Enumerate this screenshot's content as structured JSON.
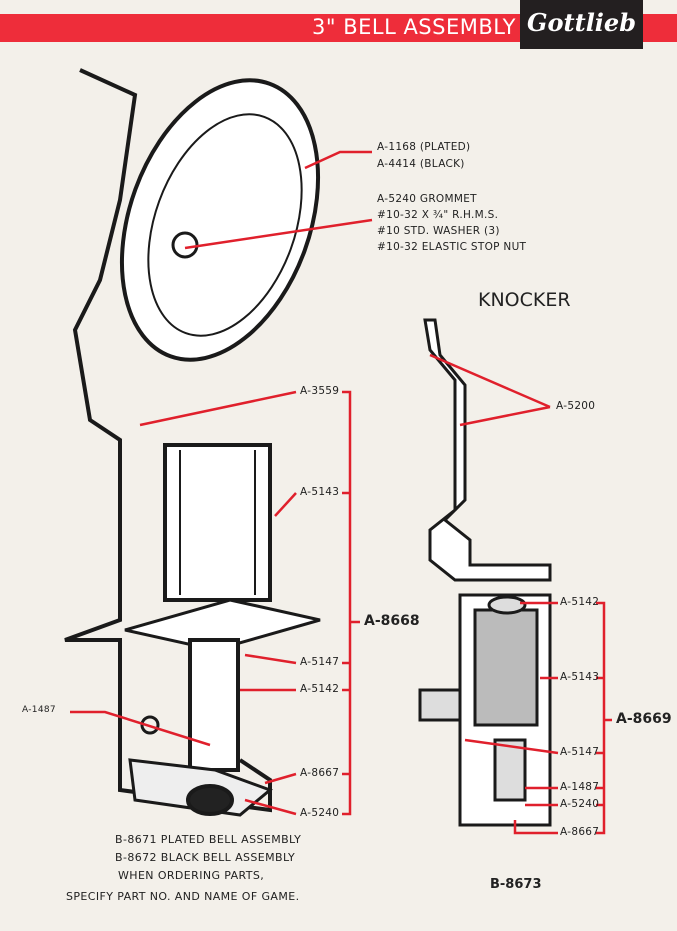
{
  "header": {
    "title": "3\" BELL ASSEMBLY",
    "brand": "Gottlieb"
  },
  "bell": {
    "shell_labels": [
      "A-1168 (PLATED)",
      "A-4414 (BLACK)"
    ],
    "hardware_labels": [
      "A-5240 GROMMET",
      "#10-32 X ¾\" R.H.M.S.",
      "#10 STD. WASHER (3)",
      "#10-32 ELASTIC STOP NUT"
    ],
    "parts": [
      "A-3559",
      "A-5143",
      "A-5147",
      "A-5142",
      "A-8667",
      "A-5240"
    ],
    "side_part": "A-1487",
    "assembly": "A-8668",
    "notes": [
      "B-8671 PLATED BELL ASSEMBLY",
      "B-8672 BLACK BELL ASSEMBLY",
      "WHEN ORDERING PARTS,",
      "SPECIFY PART NO. AND NAME OF GAME."
    ]
  },
  "knocker": {
    "title": "KNOCKER",
    "bracket_part": "A-5200",
    "parts": [
      "A-5142",
      "A-5143",
      "A-5147",
      "A-1487",
      "A-5240",
      "A-8667"
    ],
    "assembly": "A-8669",
    "number": "B-8673"
  },
  "colors": {
    "accent": "#ee2d3a",
    "logo_bg": "#231f20",
    "paper": "#f3f0ea"
  }
}
